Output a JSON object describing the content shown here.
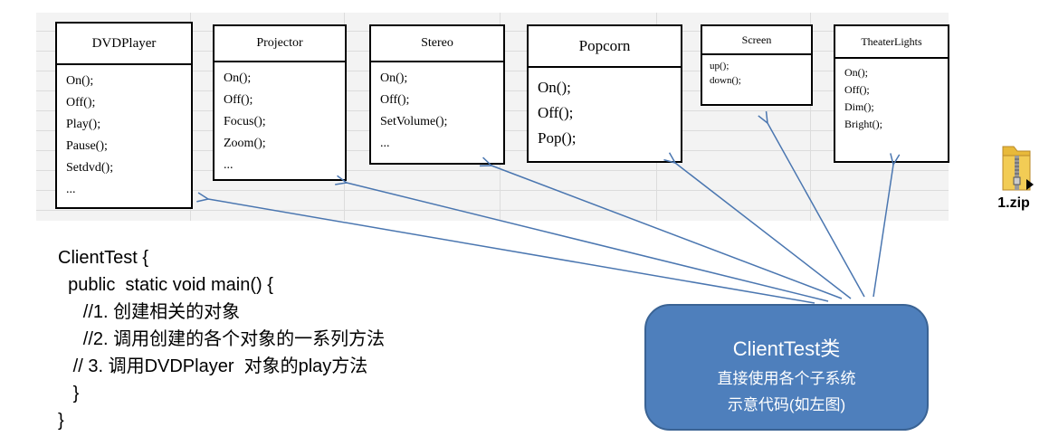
{
  "classes": [
    {
      "name": "DVDPlayer",
      "ops": [
        "On();",
        "Off();",
        "Play();",
        "Pause();",
        "Setdvd();",
        "..."
      ]
    },
    {
      "name": "Projector",
      "ops": [
        "On();",
        "Off();",
        "Focus();",
        "Zoom();",
        "..."
      ]
    },
    {
      "name": "Stereo",
      "ops": [
        "On();",
        "Off();",
        "SetVolume();",
        "..."
      ]
    },
    {
      "name": "Popcorn",
      "ops": [
        "On();",
        "Off();",
        "Pop();"
      ]
    },
    {
      "name": "Screen",
      "ops": [
        "up();",
        "down();"
      ]
    },
    {
      "name": "TheaterLights",
      "ops": [
        "On();",
        "Off();",
        "Dim();",
        "Bright();"
      ]
    }
  ],
  "code": [
    "ClientTest {",
    "  public  static void main() {",
    "     //1. 创建相关的对象",
    "     //2. 调用创建的各个对象的一系列方法",
    "   // 3. 调用DVDPlayer  对象的play方法",
    "   }",
    "}"
  ],
  "callout": {
    "title": "ClientTest类",
    "line1": "直接使用各个子系统",
    "line2": "示意代码(如左图)",
    "fill_color": "#4e7fbc"
  },
  "file": {
    "name": "1.zip",
    "icon": "zip-folder-icon"
  }
}
